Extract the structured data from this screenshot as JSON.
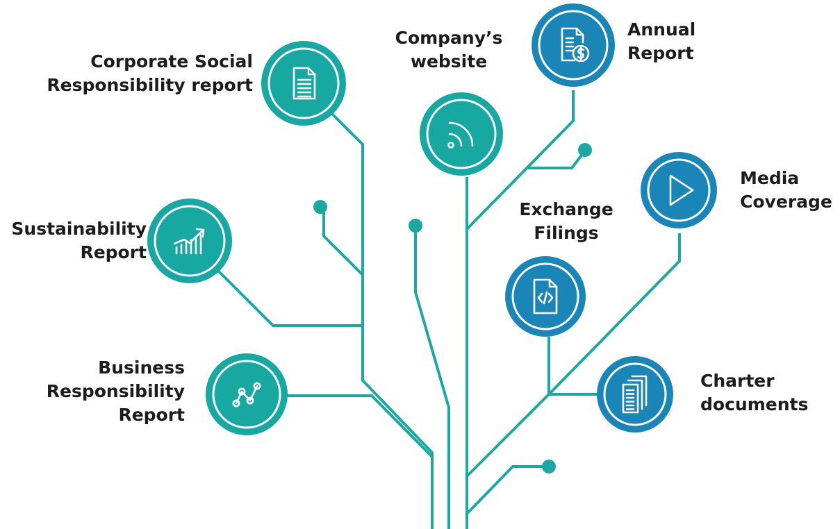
{
  "colors": {
    "teal": "#17a9a1",
    "blue": "#1a86b8",
    "ring": "#ffffff",
    "line": "#19a9a1",
    "text": "#1c1c1c"
  },
  "nodes": [
    {
      "key": "csr",
      "icon": "document-icon",
      "color": "teal",
      "lines": [
        "Corporate Social",
        "Responsibility report"
      ]
    },
    {
      "key": "website",
      "icon": "rss-feed-icon",
      "color": "teal",
      "lines": [
        "Company’s",
        "website"
      ]
    },
    {
      "key": "annual",
      "icon": "financial-report-icon",
      "color": "blue",
      "lines": [
        "Annual",
        "Report"
      ]
    },
    {
      "key": "sustainability",
      "icon": "growth-chart-icon",
      "color": "teal",
      "lines": [
        "Sustainability",
        "Report"
      ]
    },
    {
      "key": "media",
      "icon": "play-icon",
      "color": "blue",
      "lines": [
        "Media",
        "Coverage"
      ]
    },
    {
      "key": "exchange",
      "icon": "code-file-icon",
      "color": "blue",
      "lines": [
        "Exchange",
        "Filings"
      ]
    },
    {
      "key": "business",
      "icon": "line-graph-icon",
      "color": "teal",
      "lines": [
        "Business",
        "Responsibility",
        "Report"
      ]
    },
    {
      "key": "charter",
      "icon": "documents-stack-icon",
      "color": "blue",
      "lines": [
        "Charter",
        "documents"
      ]
    }
  ]
}
